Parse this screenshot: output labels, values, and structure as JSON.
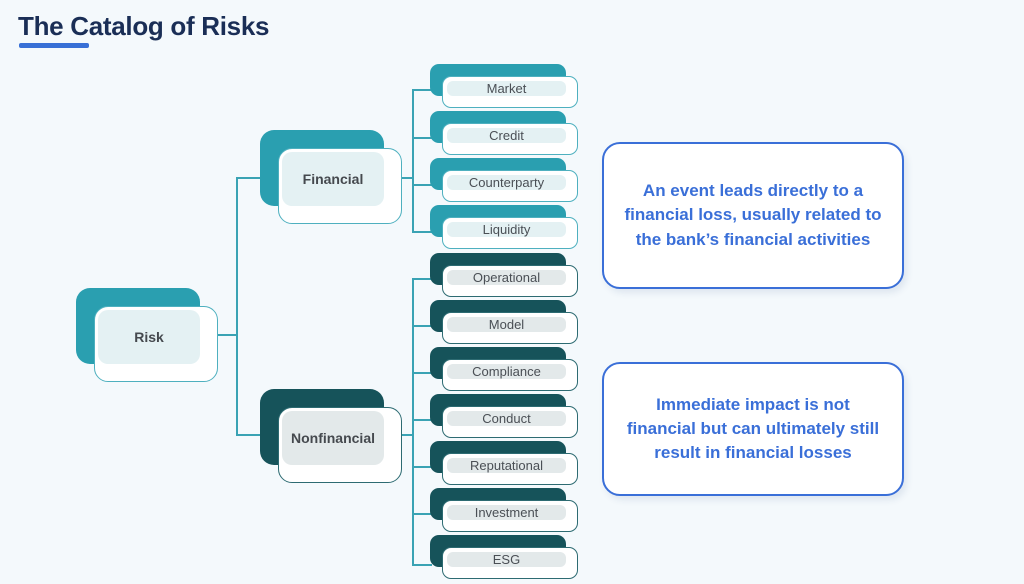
{
  "page": {
    "title": "The Catalog of Risks",
    "background_color": "#f4f9fc",
    "title_color": "#1a2e56",
    "accent_color": "#3870d6"
  },
  "diagram": {
    "root": {
      "label": "Risk",
      "theme": "teal"
    },
    "branches": [
      {
        "label": "Financial",
        "theme": "teal",
        "color": "#2a9fb0",
        "leaves": [
          {
            "label": "Market"
          },
          {
            "label": "Credit"
          },
          {
            "label": "Counterparty"
          },
          {
            "label": "Liquidity"
          }
        ]
      },
      {
        "label": "Nonfinancial",
        "theme": "dark",
        "color": "#16535a",
        "leaves": [
          {
            "label": "Operational"
          },
          {
            "label": "Model"
          },
          {
            "label": "Compliance"
          },
          {
            "label": "Conduct"
          },
          {
            "label": "Reputational"
          },
          {
            "label": "Investment"
          },
          {
            "label": "ESG"
          }
        ]
      }
    ],
    "connector_color": "#3aa3b4"
  },
  "callouts": [
    {
      "text": "An event leads directly to a financial loss, usually related to the bank’s financial activities",
      "border_color": "#3a6fd8",
      "text_color": "#3a6fd8"
    },
    {
      "text": "Immediate impact is not financial but can ultimately still result in financial losses",
      "border_color": "#3a6fd8",
      "text_color": "#3a6fd8"
    }
  ]
}
